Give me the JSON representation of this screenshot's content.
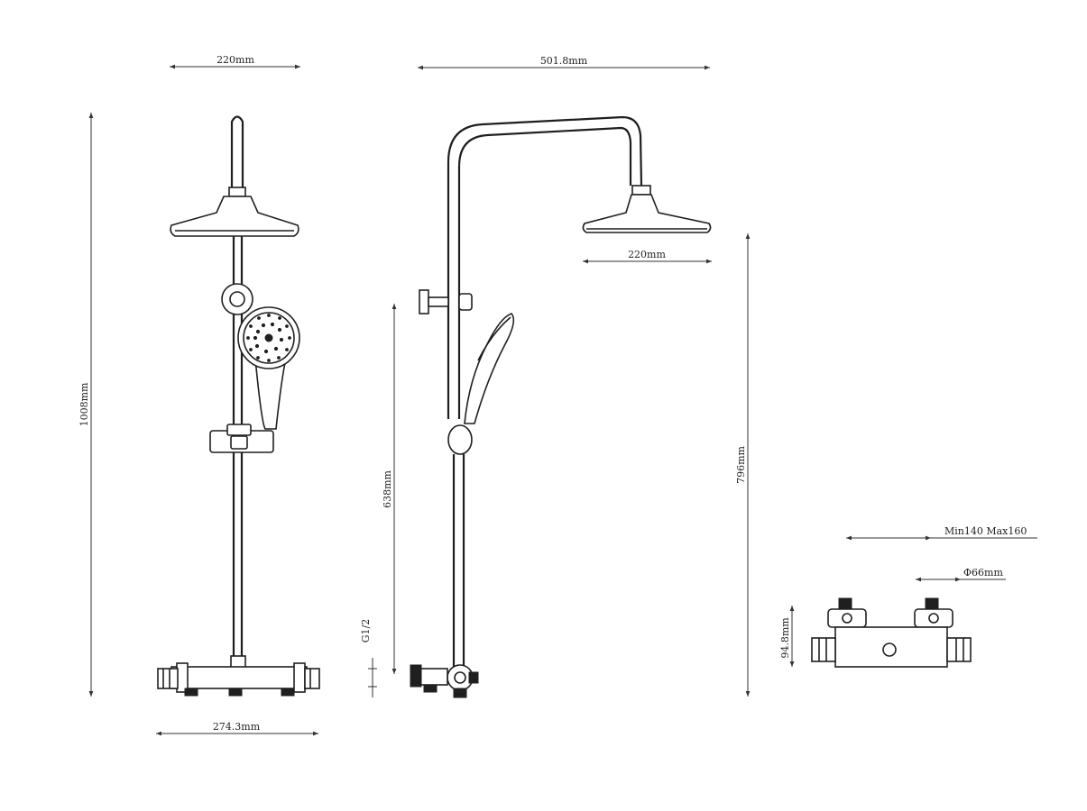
{
  "front_view": {
    "dim_top": "220mm",
    "dim_height": "1008mm",
    "dim_bottom": "274.3mm"
  },
  "side_view": {
    "dim_top": "501.8mm",
    "dim_head": "220mm",
    "dim_rail": "638mm",
    "dim_inlet": "G1/2"
  },
  "valve_view": {
    "dim_height": "796mm",
    "dim_centers": "Min140 Max160",
    "dim_diameter": "Φ66mm",
    "dim_body": "94.8mm"
  }
}
